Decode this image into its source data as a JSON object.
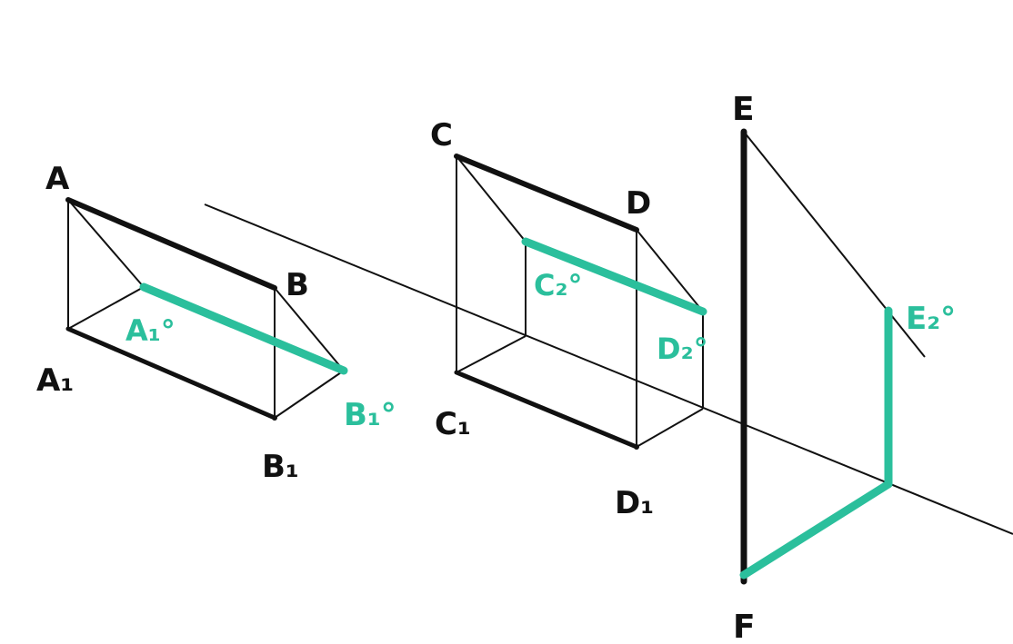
{
  "diagram": {
    "ink_color": "#111111",
    "projection_color": "#2bbf9c",
    "labels": {
      "A": "A",
      "B": "B",
      "A1": "A₁",
      "B1": "B₁",
      "A1_proj": "A₁°",
      "B1_proj": "B₁°",
      "C": "C",
      "D": "D",
      "C1": "C₁",
      "D1": "D₁",
      "C2_proj": "C₂°",
      "D2_proj": "D₂°",
      "E": "E",
      "F": "F",
      "E2_proj": "E₂°"
    }
  }
}
